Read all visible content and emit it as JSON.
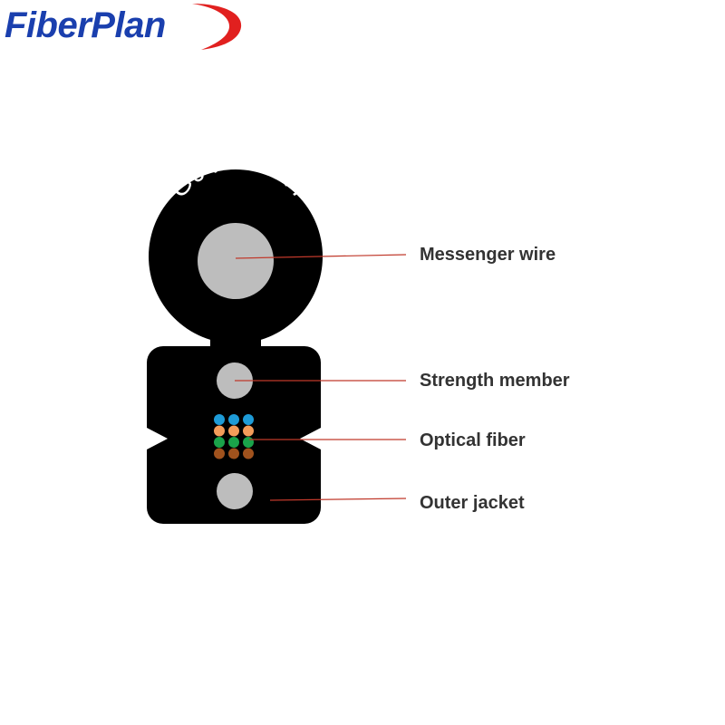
{
  "logo": {
    "text": "FiberPlan",
    "text_color": "#1a3fae",
    "swoosh_color": "#e1201f"
  },
  "cable": {
    "model_text": "GJYXDCH",
    "jacket_color": "#000000",
    "core_color": "#bdbdbd",
    "fiber_colors": [
      "#1e9bd7",
      "#f39c5a",
      "#1aa34a",
      "#a0521d"
    ],
    "leader_color": "#c0392b"
  },
  "labels": {
    "messenger_wire": "Messenger wire",
    "strength_member": "Strength member",
    "optical_fiber": "Optical fiber",
    "outer_jacket": "Outer jacket"
  }
}
